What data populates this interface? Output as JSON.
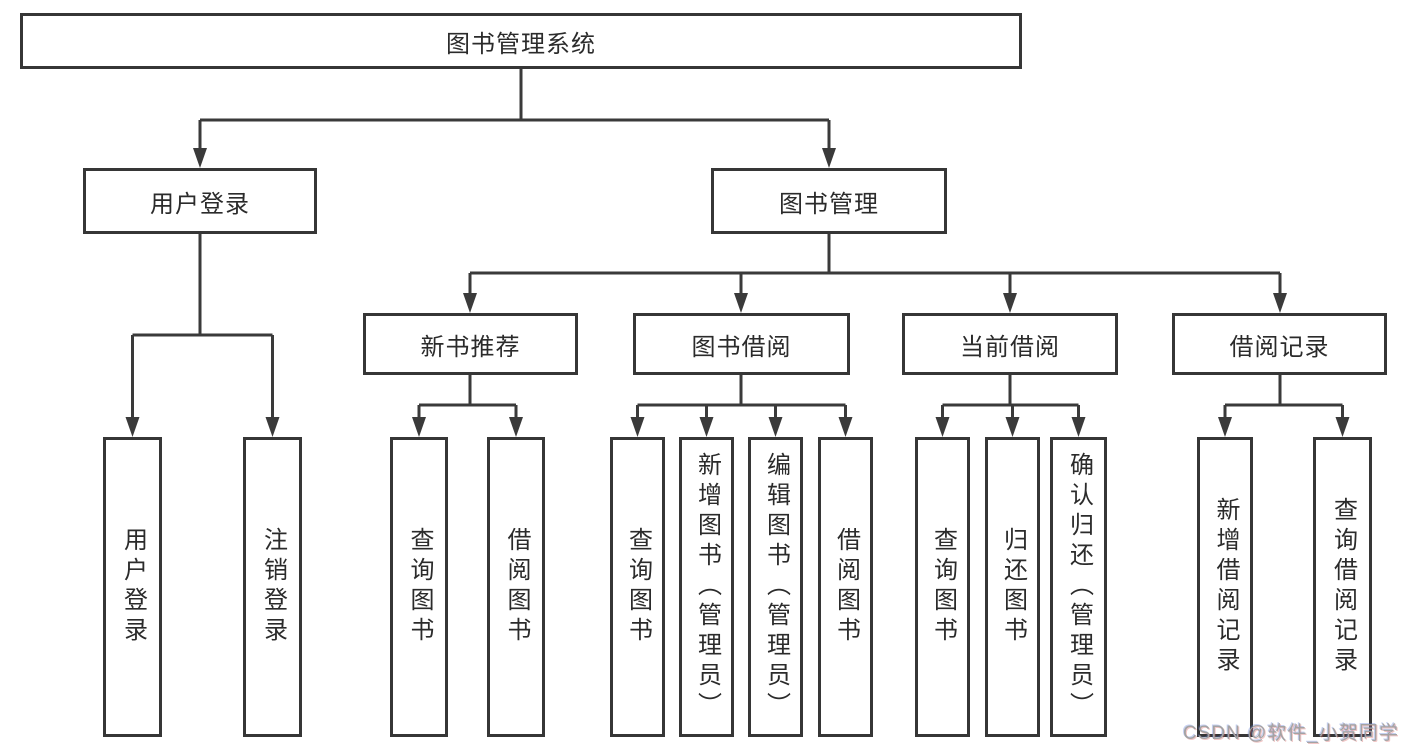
{
  "diagram": {
    "root": "图书管理系统",
    "level2": {
      "user_login": "用户登录",
      "book_mgmt": "图书管理"
    },
    "level3": {
      "new_books": "新书推荐",
      "borrow": "图书借阅",
      "current": "当前借阅",
      "records": "借阅记录"
    },
    "leaves": {
      "user_login": [
        "用户登录",
        "注销登录"
      ],
      "new_books": [
        "查询图书",
        "借阅图书"
      ],
      "borrow": [
        "查询图书",
        "新增图书（管理员）",
        "编辑图书（管理员）",
        "借阅图书"
      ],
      "current": [
        "查询图书",
        "归还图书",
        "确认归还（管理员）"
      ],
      "records": [
        "新增借阅记录",
        "查询借阅记录"
      ]
    }
  },
  "watermark": "CSDN @软件_小贺同学",
  "colors": {
    "line": "#3a3a3a",
    "border": "#363636",
    "text": "#2b2b2b",
    "watermark_gray": "#a3a3a3",
    "background": "#ffffff"
  }
}
